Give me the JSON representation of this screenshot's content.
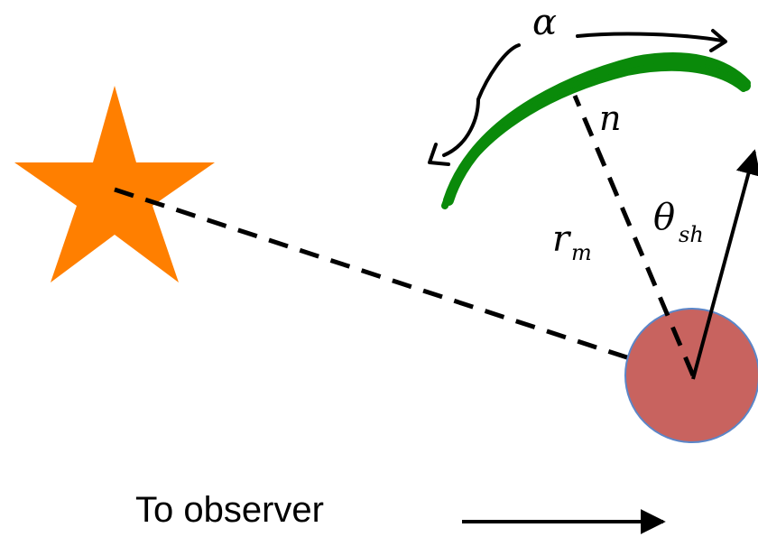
{
  "labels": {
    "alpha": "α",
    "n": "n",
    "r_main": "r",
    "r_sub": "m",
    "theta_main": "θ",
    "theta_sub": "sh",
    "caption": "To observer"
  },
  "colors": {
    "star": "#FF7F00",
    "planet_fill": "#C8635F",
    "planet_stroke": "#5B86C8",
    "arc": "#0A8A0A",
    "ink": "#000000"
  },
  "icons": {
    "star": "star-icon",
    "planet": "planet-circle",
    "observer_arrow": "arrow-right-icon"
  }
}
